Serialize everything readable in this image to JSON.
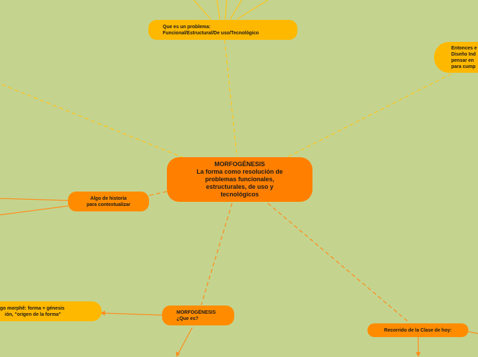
{
  "colors": {
    "background": "#c4d48f",
    "central_topic": "#ff7f00",
    "orange_topic": "#ff8c00",
    "yellow_topic": "#ffb800",
    "orange_link": "#ff8c1a",
    "yellow_link": "#ffc21a"
  },
  "central": {
    "line1": "MORFOGÉNESIS",
    "line2": "La forma como resolución de",
    "line3": "problemas funcionales,",
    "line4": "estructurales, de uso y",
    "line5": "tecnológicos"
  },
  "problem": {
    "line1": "Que es un problema:",
    "line2": "Funcional/Estructural/De uso/Tecnológico"
  },
  "history": {
    "line1": "Algo de historia",
    "line2": "para contextualizar"
  },
  "entonces": {
    "line1": "Entonces e",
    "line2": "Diseño Ind",
    "line3": "pensar en",
    "line4": "para cump"
  },
  "morfo_que": {
    "line1": "MORFOGÉNESIS",
    "line2": "¿Que es?"
  },
  "griego": {
    "line1": "go morphê: forma + génesis",
    "line2": "ión, \"origen de la forma\""
  },
  "recorrido": {
    "line1": "Recorrido de la Clase de hoy:"
  }
}
